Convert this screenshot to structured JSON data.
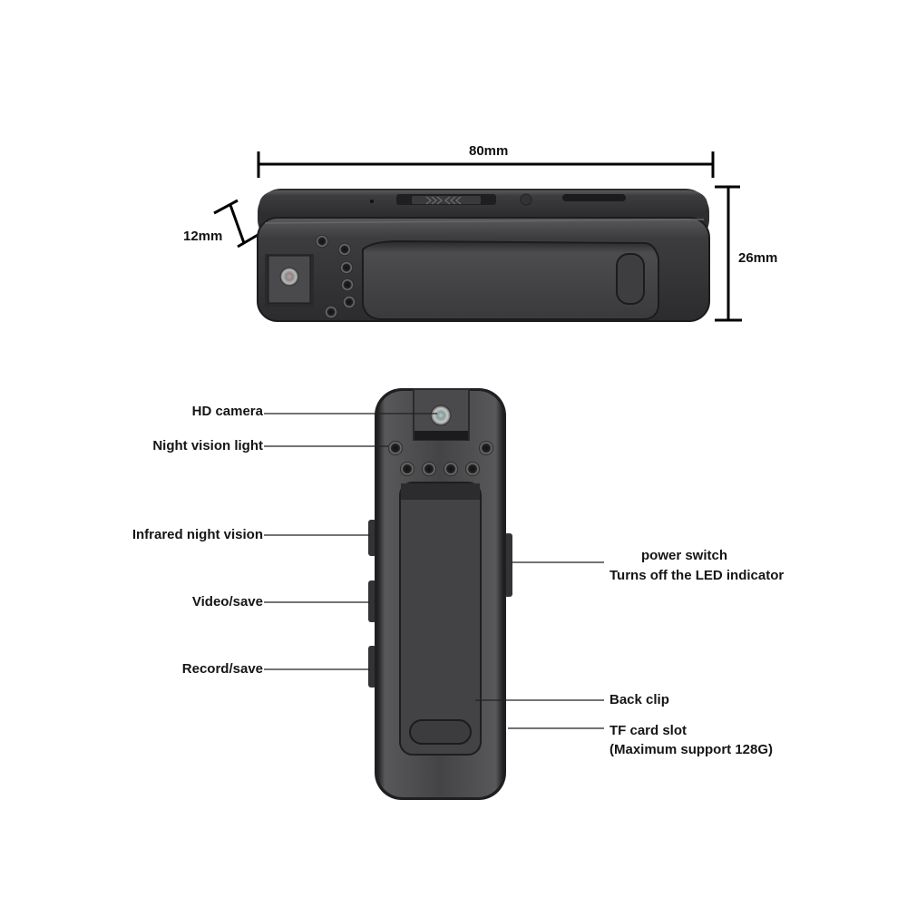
{
  "dimensions": {
    "length": "80mm",
    "height": "26mm",
    "thickness": "12mm"
  },
  "callouts": {
    "hd_camera": "HD camera",
    "night_vision_light": "Night vision light",
    "infrared_night_vision": "Infrared night vision",
    "video_save": "Video/save",
    "record_save": "Record/save",
    "power_switch": "power switch",
    "power_switch_note": "Turns off the LED indicator",
    "back_clip": "Back clip",
    "tf_card_slot": "TF card slot",
    "tf_card_note": "(Maximum support 128G)"
  },
  "colors": {
    "device_body": "#3d3d3f",
    "device_edge": "#1e1e20",
    "clip": "#4a4a4c",
    "leader_line": "#222222",
    "background": "#ffffff"
  }
}
